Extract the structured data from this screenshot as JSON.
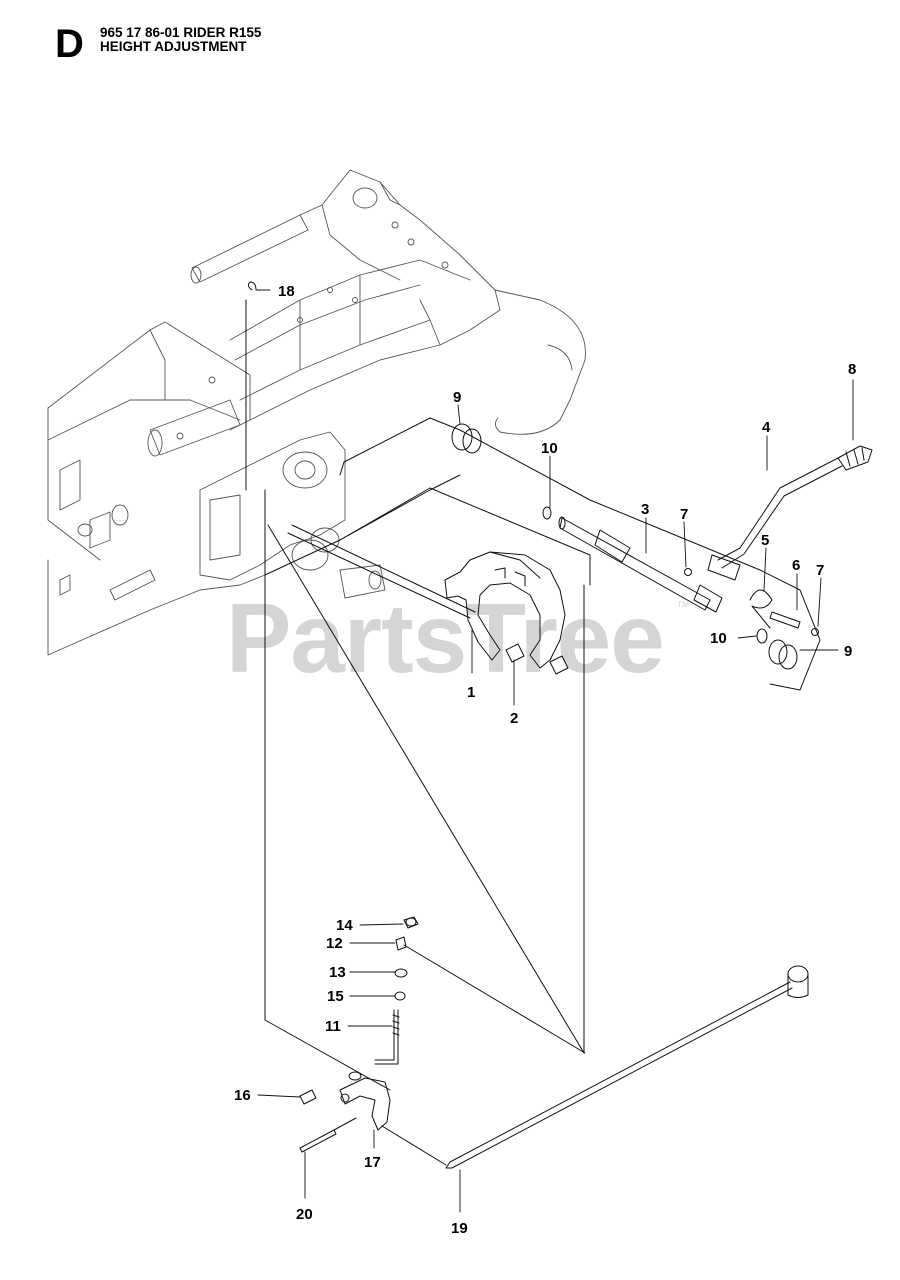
{
  "header": {
    "section_letter": "D",
    "title_line_1": "965 17 86-01 RIDER R155",
    "title_line_2": "HEIGHT ADJUSTMENT"
  },
  "watermark": {
    "text": "PartsTree",
    "trademark": "™"
  },
  "callouts": {
    "c1": "1",
    "c2": "2",
    "c3": "3",
    "c4": "4",
    "c5": "5",
    "c6": "6",
    "c7a": "7",
    "c7b": "7",
    "c8": "8",
    "c9a": "9",
    "c9b": "9",
    "c10a": "10",
    "c10b": "10",
    "c11": "11",
    "c12": "12",
    "c13": "13",
    "c14": "14",
    "c15": "15",
    "c16": "16",
    "c17": "17",
    "c18": "18",
    "c19": "19",
    "c20": "20"
  }
}
